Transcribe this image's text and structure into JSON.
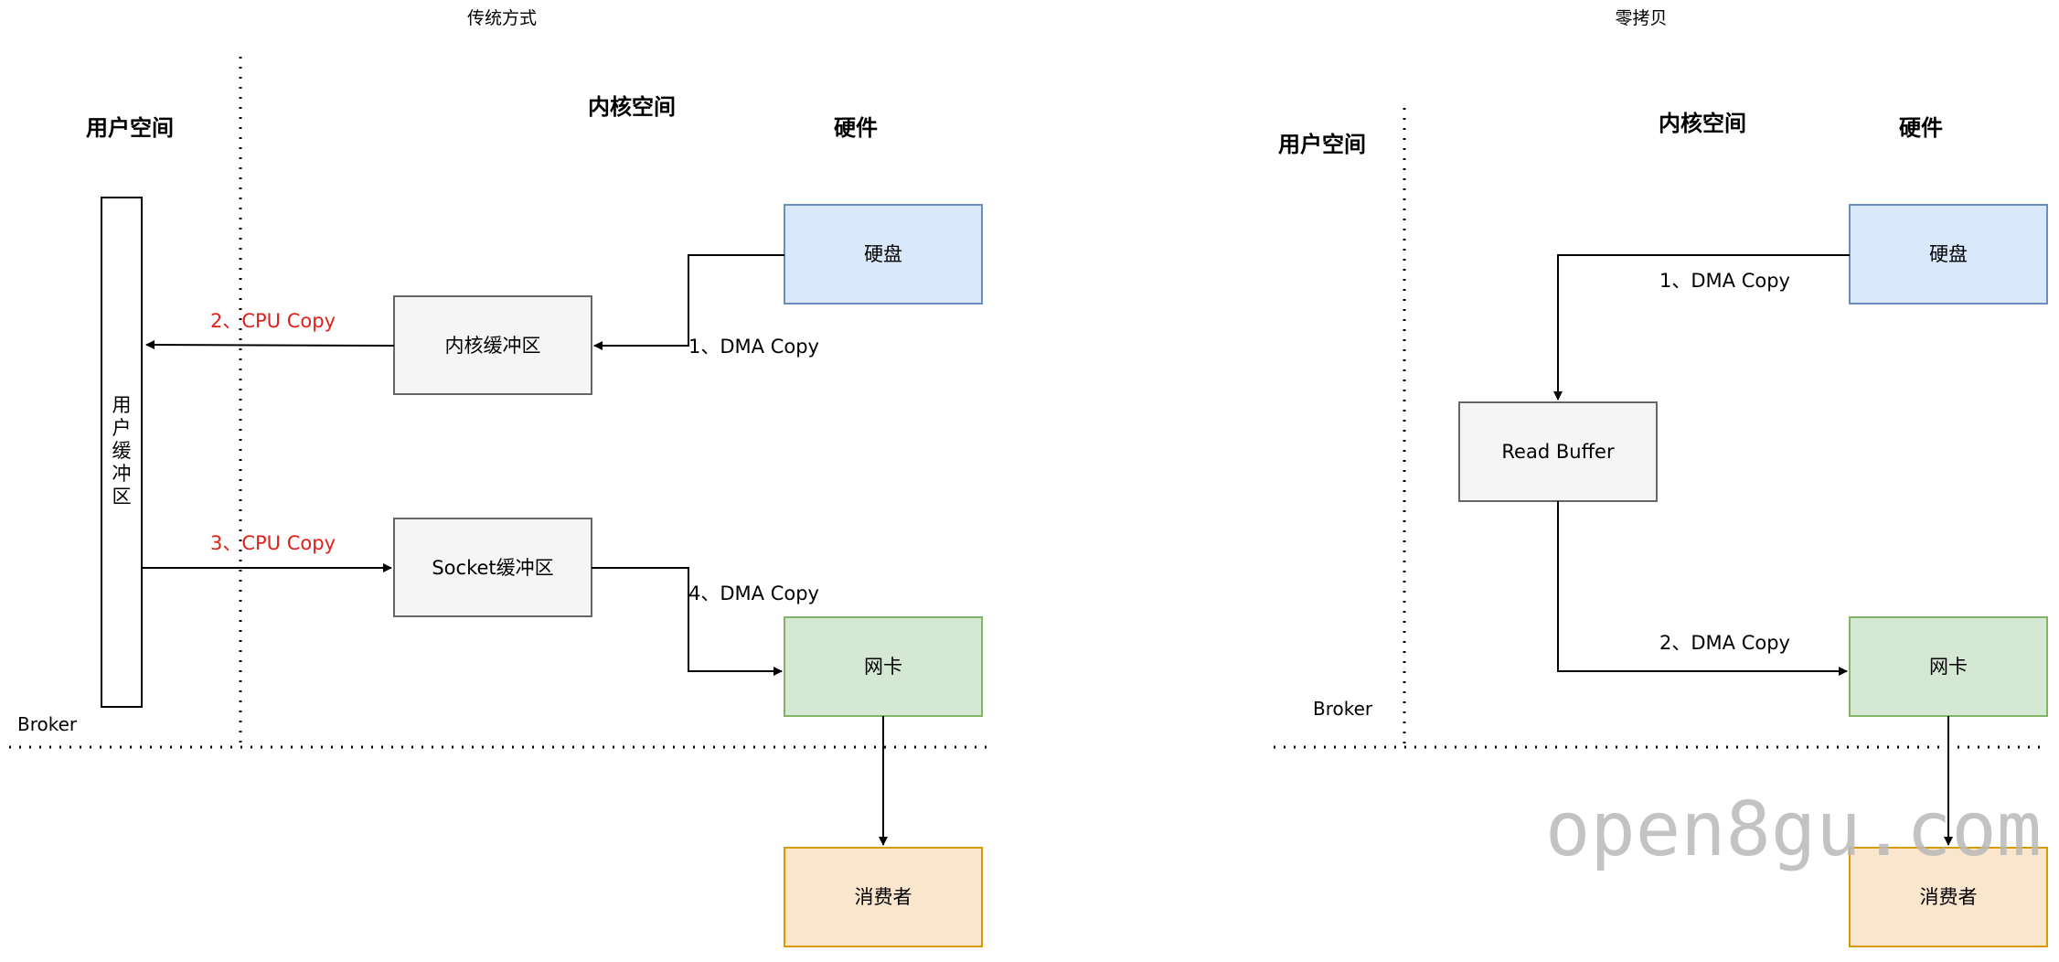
{
  "titles": {
    "traditional": "传统方式",
    "zero_copy": "零拷贝"
  },
  "left": {
    "regions": {
      "user": "用户空间",
      "kernel": "内核空间",
      "hardware": "硬件"
    },
    "nodes": {
      "user_buffer": [
        "用",
        "户",
        "缓",
        "冲",
        "区"
      ],
      "disk": "硬盘",
      "kernel_buffer": "内核缓冲区",
      "socket_buffer": "Socket缓冲区",
      "nic": "网卡",
      "consumer": "消费者"
    },
    "edges": {
      "e1": "1、DMA Copy",
      "e2": "2、CPU Copy",
      "e3": "3、CPU Copy",
      "e4": "4、DMA Copy"
    },
    "broker": "Broker"
  },
  "right": {
    "regions": {
      "user": "用户空间",
      "kernel": "内核空间",
      "hardware": "硬件"
    },
    "nodes": {
      "disk": "硬盘",
      "read_buffer": "Read Buffer",
      "nic": "网卡",
      "consumer": "消费者"
    },
    "edges": {
      "e1": "1、DMA Copy",
      "e2": "2、DMA Copy"
    },
    "broker": "Broker"
  },
  "watermark": "open8gu.com",
  "colors": {
    "blue_fill": "#dae8fc",
    "blue_stroke": "#6c8ebf",
    "gray_fill": "#f5f5f5",
    "gray_stroke": "#666666",
    "green_fill": "#d5e8d4",
    "green_stroke": "#82b366",
    "orange_fill": "#fae5cd",
    "orange_stroke": "#d79b00",
    "red_text": "#e0201b"
  }
}
